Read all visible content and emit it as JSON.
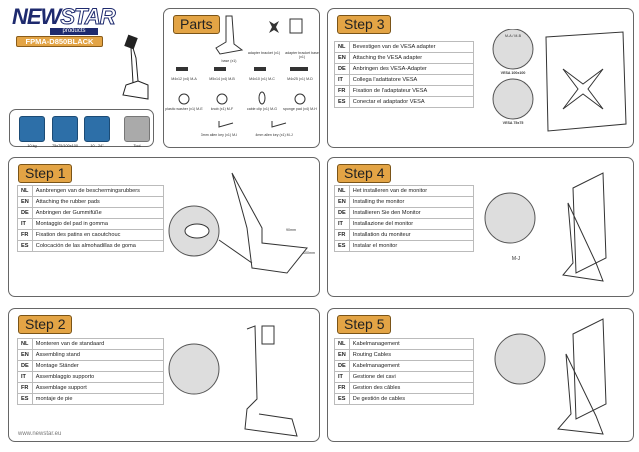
{
  "brand": {
    "logo": "NEWSTAR",
    "logo_sub": "products",
    "model": "FPMA-D850BLACK"
  },
  "specs": [
    {
      "icon": "weight-icon",
      "label": "10 kg"
    },
    {
      "icon": "vesa-icon",
      "label": "75x75/100x100"
    },
    {
      "icon": "screen-size-icon",
      "label": "10 - 24\""
    },
    {
      "icon": "tool-icon",
      "label": "Tool"
    }
  ],
  "parts": {
    "title": "Parts",
    "items": [
      "base (x1)",
      "adapter bracket (x1)",
      "adapter bracket base (x1)",
      "M4x12 (x4) M-A",
      "M5x14 (x4) M-B",
      "M4x10 (x1) M-C",
      "M4x25 (x1) M-D",
      "plastic washer (x1) M-E",
      "knob (x1) M-F",
      "cable clip (x1) M-G",
      "sponge pad (x4) M-H",
      "3mm allen key (x1) M-I",
      "4mm allen key (x1) M-J"
    ]
  },
  "steps": {
    "s1": {
      "title": "Step 1",
      "rows": [
        [
          "NL",
          "Aanbrengen van de beschermingsrubbers"
        ],
        [
          "EN",
          "Attaching the rubber pads"
        ],
        [
          "DE",
          "Anbringen der Gummifüße"
        ],
        [
          "IT",
          "Montaggio del pad in gomma"
        ],
        [
          "FR",
          "Fixation des patins en caoutchouc"
        ],
        [
          "ES",
          "Colocación de las almohadillas de goma"
        ]
      ],
      "dim1": "90mm",
      "dim2": "100mm"
    },
    "s2": {
      "title": "Step 2",
      "rows": [
        [
          "NL",
          "Monteren van de standaard"
        ],
        [
          "EN",
          "Assembling stand"
        ],
        [
          "DE",
          "Montage Ständer"
        ],
        [
          "IT",
          "Assemblaggio supporto"
        ],
        [
          "FR",
          "Assemblage support"
        ],
        [
          "ES",
          "montaje de pie"
        ]
      ]
    },
    "s3": {
      "title": "Step 3",
      "rows": [
        [
          "NL",
          "Bevestigen van de VESA adapter"
        ],
        [
          "EN",
          "Attaching the VESA adapter"
        ],
        [
          "DE",
          "Anbringen des VESA-Adapter"
        ],
        [
          "IT",
          "Collega l'adattatore VESA"
        ],
        [
          "FR",
          "Fixation de l'adaptateur VESA"
        ],
        [
          "ES",
          "Conectar el adaptador VESA"
        ]
      ],
      "callout": "M-A / M-B",
      "vesa1": "VESA 100x100",
      "vesa2": "VESA 75x75"
    },
    "s4": {
      "title": "Step 4",
      "rows": [
        [
          "NL",
          "Het installeren van de monitor"
        ],
        [
          "EN",
          "Installing the monitor"
        ],
        [
          "DE",
          "Installieren Sie den Monitor"
        ],
        [
          "IT",
          "Installazione del monitor"
        ],
        [
          "FR",
          "Installation du moniteur"
        ],
        [
          "ES",
          "Instalar el monitor"
        ]
      ],
      "callout": "M-J"
    },
    "s5": {
      "title": "Step 5",
      "rows": [
        [
          "NL",
          "Kabelmanagement"
        ],
        [
          "EN",
          "Routing Cables"
        ],
        [
          "DE",
          "Kabelmanagement"
        ],
        [
          "IT",
          "Gestione dei cavi"
        ],
        [
          "FR",
          "Gestion des câbles"
        ],
        [
          "ES",
          "De gestión de cables"
        ]
      ]
    }
  },
  "footer": "www.newstar.eu"
}
